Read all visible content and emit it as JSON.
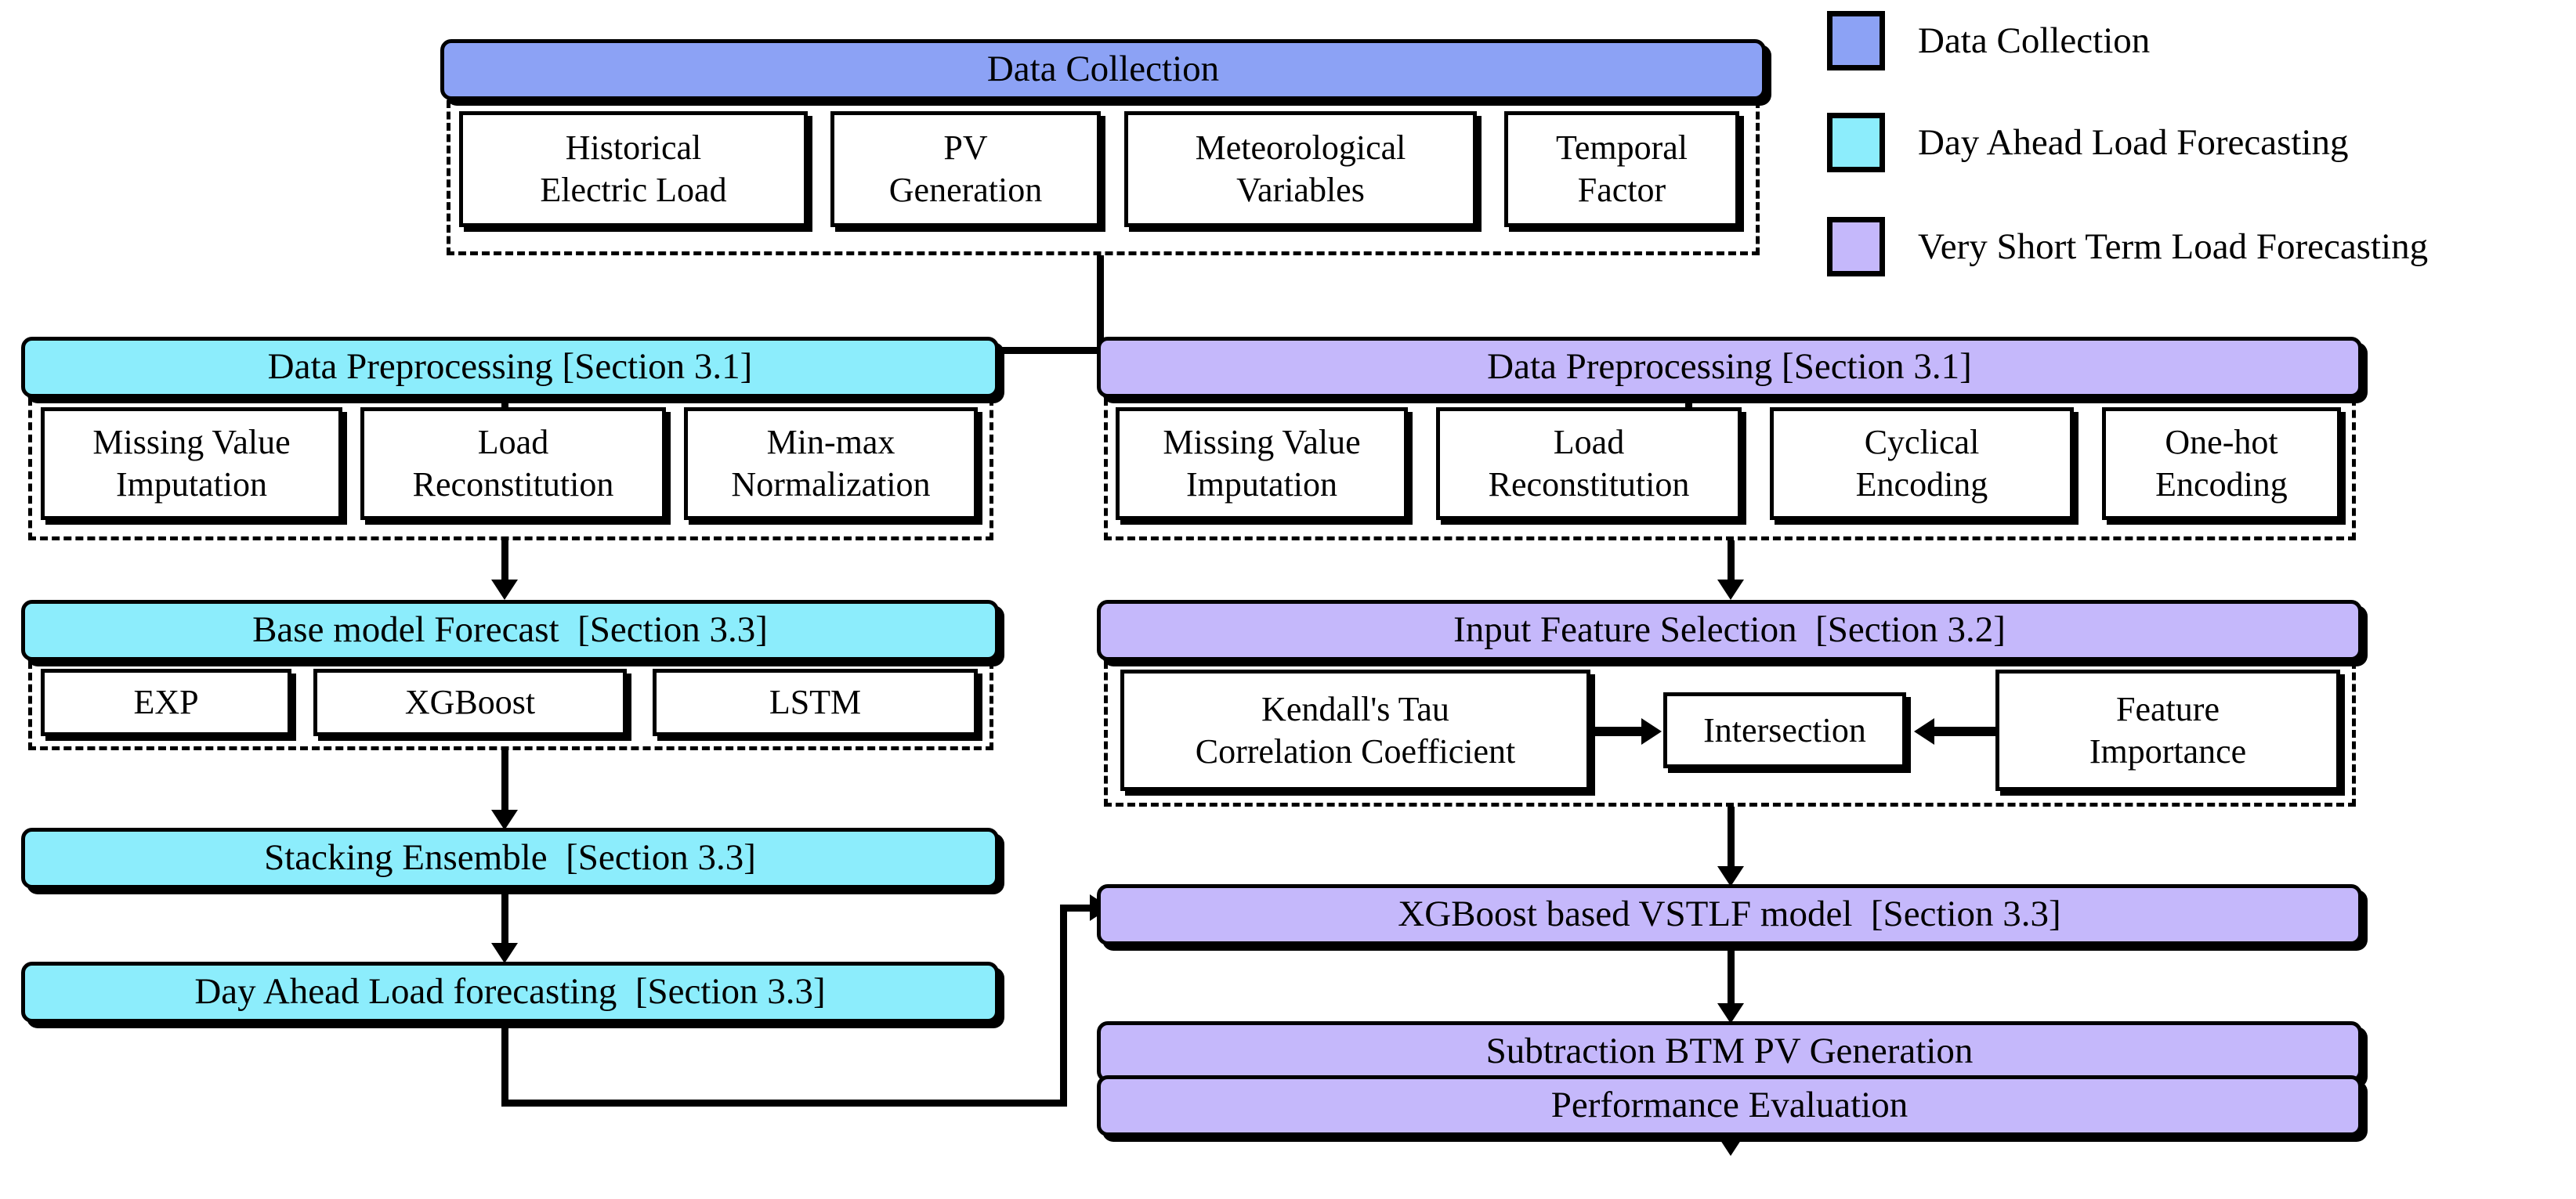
{
  "legend": {
    "items": [
      {
        "label": "Data Collection",
        "color": "#8CA2F5",
        "swatch": "blue"
      },
      {
        "label": "Day Ahead Load Forecasting",
        "color": "#8CEDFC",
        "swatch": "cyan"
      },
      {
        "label": "Very Short Term Load Forecasting",
        "color": "#C5B8FB",
        "swatch": "purple"
      }
    ]
  },
  "data_collection": {
    "title": "Data Collection",
    "items": [
      "Historical\nElectric  Load",
      "PV\nGeneration",
      "Meteorological\nVariables",
      "Temporal\nFactor"
    ]
  },
  "dalf": {
    "preprocessing": {
      "title": "Data Preprocessing [Section 3.1]",
      "items": [
        "Missing Value\nImputation",
        "Load\nReconstitution",
        "Min-max\nNormalization"
      ]
    },
    "base_model": {
      "title": "Base model Forecast  [Section 3.3]",
      "items": [
        "EXP",
        "XGBoost",
        "LSTM"
      ]
    },
    "stacking": "Stacking Ensemble  [Section 3.3]",
    "output": "Day Ahead Load forecasting  [Section 3.3]"
  },
  "vstlf": {
    "preprocessing": {
      "title": "Data Preprocessing [Section 3.1]",
      "items": [
        "Missing Value\nImputation",
        "Load\nReconstitution",
        "Cyclical\nEncoding",
        "One-hot\nEncoding"
      ]
    },
    "feature_selection": {
      "title": "Input Feature Selection  [Section 3.2]",
      "left": "Kendall's Tau\nCorrelation Coefficient",
      "middle": "Intersection",
      "right": "Feature\nImportance"
    },
    "model": "XGBoost based VSTLF model  [Section 3.3]",
    "subtraction": "Subtraction BTM PV Generation",
    "evaluation": "Performance Evaluation"
  }
}
